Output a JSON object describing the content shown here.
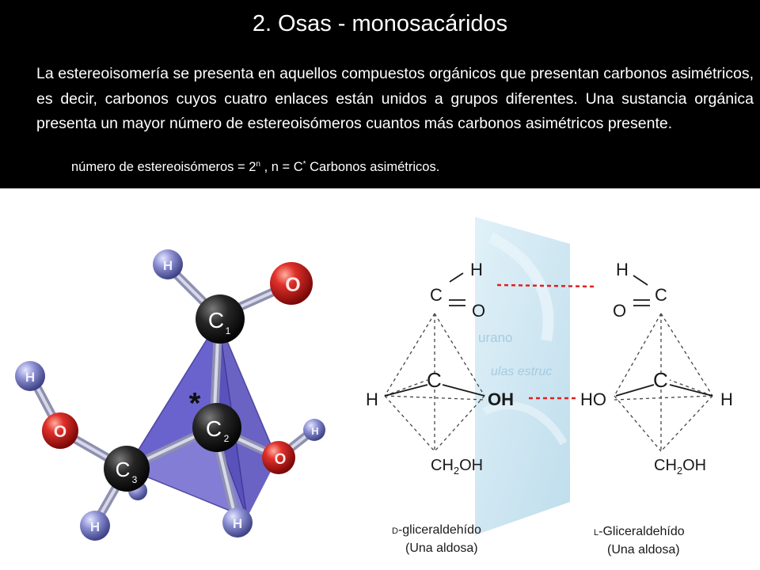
{
  "slide": {
    "title": "2. Osas - monosacáridos",
    "paragraph": "La estereoisomería  se presenta en aquellos compuestos orgánicos que presentan carbonos asimétricos, es decir, carbonos cuyos cuatro enlaces están unidos a grupos diferentes.   Una sustancia orgánica presenta un mayor número de estereoisómeros cuantos más carbonos asimétricos presente.",
    "formula": {
      "left": "número de estereoisómeros = 2",
      "exp": "n",
      "mid": " ,  n = C",
      "star": "*",
      "right": " Carbonos asimétricos."
    }
  },
  "model3d": {
    "atoms": {
      "c1": "C1",
      "c2": "C2",
      "c3": "C3",
      "oxygen": "O",
      "hydrogen": "H",
      "chiral_mark": "*"
    }
  },
  "fischer": {
    "left": {
      "h_top": "H",
      "c_top": "C",
      "o": "O",
      "c_center": "C",
      "h_side": "H",
      "oh_side": "OH",
      "ch2oh_main": "CH",
      "ch2oh_sub": "2",
      "ch2oh_end": "OH",
      "name_prefix": "D",
      "name": "-gliceraldehído",
      "subtitle": "(Una aldosa)"
    },
    "right": {
      "h_top": "H",
      "c_top": "C",
      "o": "O",
      "c_center": "C",
      "ho_side": "HO",
      "h_side": "H",
      "ch2oh_main": "CH",
      "ch2oh_sub": "2",
      "ch2oh_end": "OH",
      "name_prefix": "L",
      "name": "-Gliceraldehído",
      "subtitle": "(Una aldosa)"
    },
    "mirror_text": [
      "urano",
      "ulas estruc"
    ]
  },
  "colors": {
    "background": "#000000",
    "carbon": "#1a1a1a",
    "oxygen": "#d22222",
    "hydrogen": "#7e82c4",
    "tetrahedron": "#6b63c9",
    "mirror": "#b9dcec",
    "dashes_red": "#e02020"
  }
}
